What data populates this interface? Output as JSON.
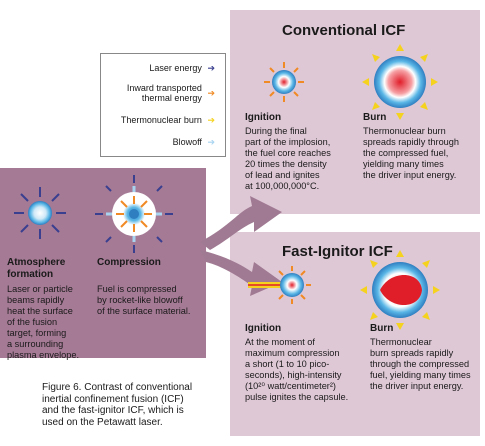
{
  "conventional": {
    "title": "Conventional ICF",
    "ignition": {
      "heading": "Ignition",
      "lines": [
        "During the final",
        "part of the implosion,",
        "the fuel core reaches",
        "20 times the density",
        "of lead and ignites",
        "at 100,000,000°C."
      ]
    },
    "burn": {
      "heading": "Burn",
      "lines": [
        "Thermonuclear burn",
        "spreads rapidly through",
        "the compressed fuel,",
        "yielding many times",
        "the driver input energy."
      ]
    }
  },
  "fast_ignitor": {
    "title": "Fast-Ignitor ICF",
    "ignition": {
      "heading": "Ignition",
      "lines": [
        "At the moment of",
        "maximum compression",
        "a short (1 to 10 pico-",
        "seconds), high-intensity",
        "(10²⁰ watt/centimeter²)",
        "pulse ignites the capsule."
      ]
    },
    "burn": {
      "heading": "Burn",
      "lines": [
        "Thermonuclear",
        "burn spreads rapidly",
        "through the compressed",
        "fuel, yielding many times",
        "the driver input energy."
      ]
    }
  },
  "left": {
    "atmosphere": {
      "heading_lines": [
        "Atmosphere",
        "formation"
      ],
      "lines": [
        "Laser or particle",
        "beams rapidly",
        "heat the surface",
        "of the fusion",
        "target, forming",
        "a surrounding",
        "plasma envelope."
      ]
    },
    "compression": {
      "heading": "Compression",
      "lines": [
        "Fuel is compressed",
        "by rocket-like blowoff",
        "of the surface material."
      ]
    }
  },
  "legend": {
    "items": [
      {
        "label_lines": [
          "Laser energy"
        ],
        "color": "#3a3f8f",
        "icon": "arrow-right-icon"
      },
      {
        "label_lines": [
          "Inward transported",
          "thermal energy"
        ],
        "color": "#f08a24",
        "icon": "arrow-right-icon"
      },
      {
        "label_lines": [
          "Thermonuclear burn"
        ],
        "color": "#f5d21e",
        "icon": "arrow-right-icon"
      },
      {
        "label_lines": [
          "Blowoff"
        ],
        "color": "#a8d4f0",
        "icon": "arrow-right-icon"
      }
    ]
  },
  "caption": {
    "lines": [
      "Figure 6. Contrast of conventional",
      "inertial confinement fusion (ICF)",
      "and the fast-ignitor ICF, which is",
      "used on the Petawatt laser."
    ]
  },
  "colors": {
    "panel_light": "#dfc8d6",
    "panel_dark": "#a57a95",
    "arrow_fill": "#a07a92",
    "laser": "#3a3f8f",
    "thermal": "#f08a24",
    "burn": "#f5d21e",
    "blowoff": "#a8d4f0"
  }
}
